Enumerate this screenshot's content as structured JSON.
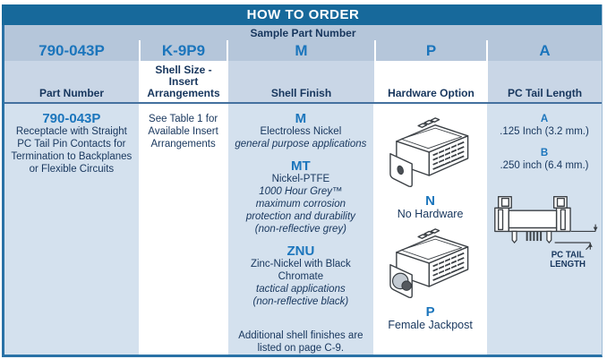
{
  "title": "HOW TO ORDER",
  "sample_label": "Sample Part Number",
  "codes": {
    "part_number": "790-043P",
    "shell_size": "K-9P9",
    "shell_finish": "M",
    "hardware": "P",
    "tail": "A"
  },
  "headers": {
    "part_number": "Part Number",
    "shell_size": "Shell Size - Insert Arrangements",
    "shell_finish": "Shell Finish",
    "hardware": "Hardware Option",
    "tail": "PC Tail Length"
  },
  "part_number": {
    "code": "790-043P",
    "description": "Receptacle with Straight PC Tail Pin Contacts for Termination to Backplanes or Flexible Circuits"
  },
  "shell_size": {
    "note": "See Table 1 for Available Insert Arrangements"
  },
  "shell_finish": {
    "options": [
      {
        "code": "M",
        "name": "Electroless Nickel",
        "notes": [
          "general purpose applications"
        ]
      },
      {
        "code": "MT",
        "name": "Nickel-PTFE",
        "notes": [
          "1000 Hour Grey™",
          "maximum corrosion protection and durability",
          "(non-reflective grey)"
        ]
      },
      {
        "code": "ZNU",
        "name": "Zinc-Nickel with Black Chromate",
        "notes": [
          "tactical applications",
          "(non-reflective black)"
        ]
      }
    ],
    "footnote": "Additional shell finishes are listed on page C-9."
  },
  "hardware": {
    "options": [
      {
        "code": "N",
        "name": "No Hardware"
      },
      {
        "code": "P",
        "name": "Female Jackpost"
      }
    ]
  },
  "tail": {
    "options": [
      {
        "code": "A",
        "name": ".125 Inch (3.2 mm.)"
      },
      {
        "code": "B",
        "name": ".250 inch (6.4 mm.)"
      }
    ],
    "diagram_label_line1": "PC TAIL",
    "diagram_label_line2": "LENGTH"
  },
  "colors": {
    "title_bar": "#17699b",
    "sample_row_bg": "#b5c6da",
    "header_cell_bg": "#c9d6e6",
    "body_cell_bg": "#d4e1ee",
    "accent_blue": "#1b75bc",
    "navy_text": "#17365d",
    "table_border": "#2a72a6"
  }
}
